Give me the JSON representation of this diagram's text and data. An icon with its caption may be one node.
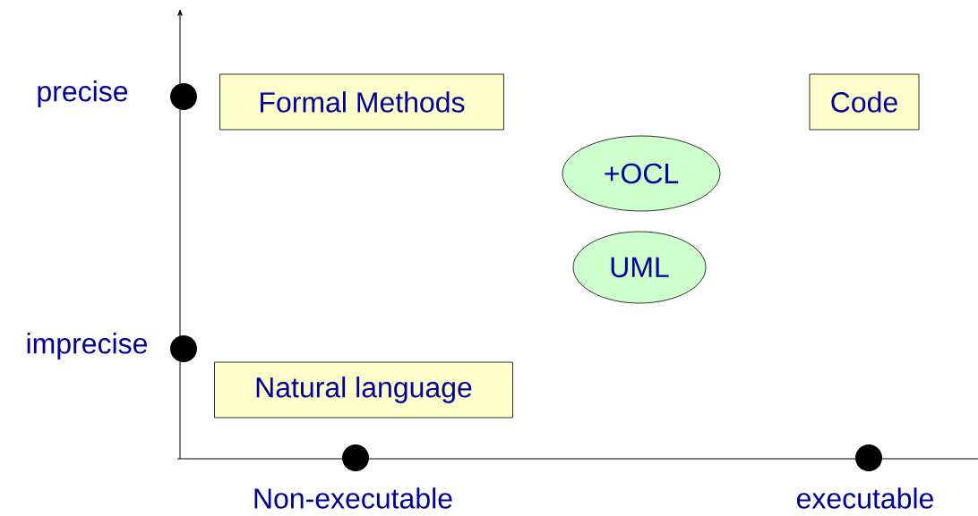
{
  "diagram": {
    "nodes": [
      {
        "text": [
          "Formal Methods"
        ]
      },
      {
        "text": [
          "Code"
        ]
      },
      {
        "text": [
          "+OCL"
        ]
      },
      {
        "text": [
          "UML"
        ]
      },
      {
        "text": [
          "Natural language"
        ]
      }
    ],
    "labels": [
      "precise",
      "imprecise",
      "Non-executable",
      "executable"
    ]
  }
}
